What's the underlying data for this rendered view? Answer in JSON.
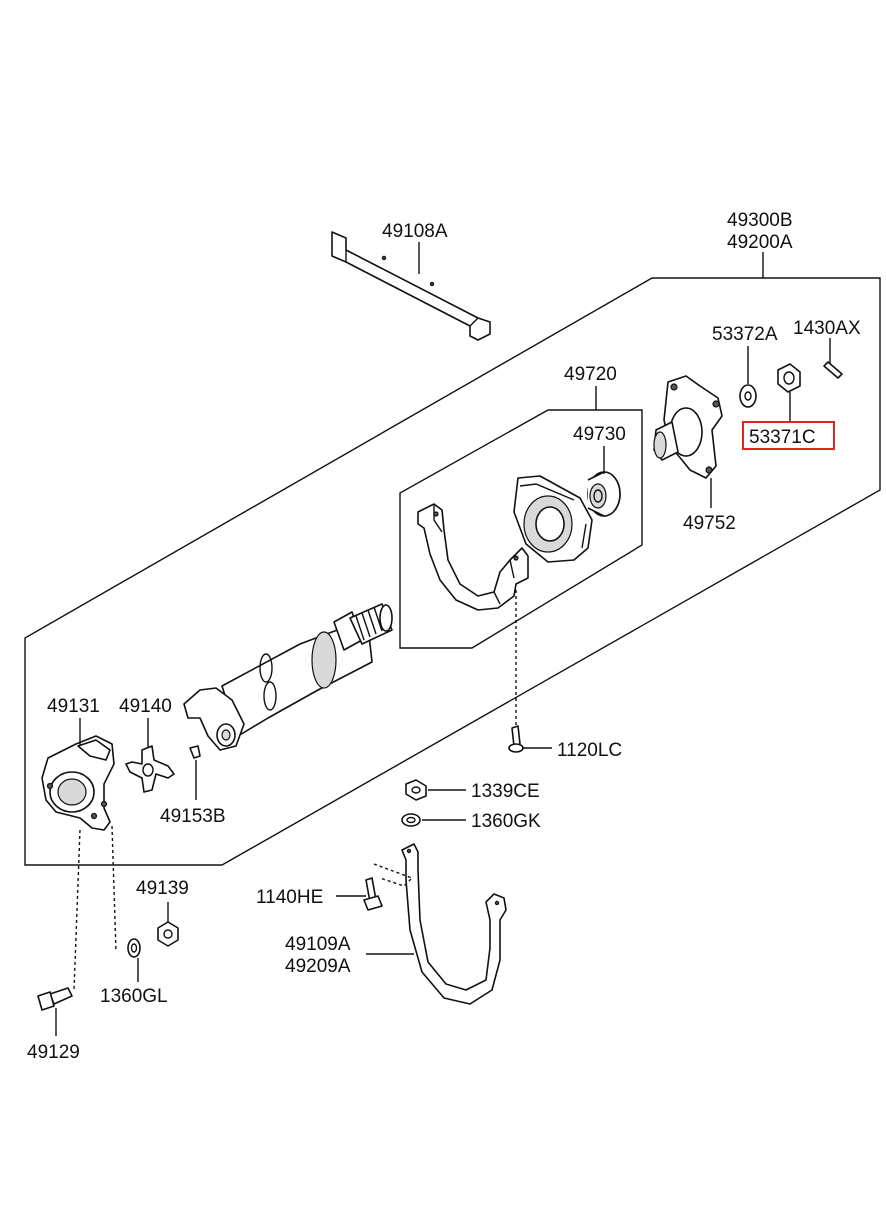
{
  "labels": {
    "p49300B": "49300B",
    "p49200A": "49200A",
    "p49108A": "49108A",
    "p53372A": "53372A",
    "p1430AX": "1430AX",
    "p53371C": "53371C",
    "p49720": "49720",
    "p49730": "49730",
    "p49752": "49752",
    "p49131": "49131",
    "p49140": "49140",
    "p49153B": "49153B",
    "p1120LC": "1120LC",
    "p1339CE": "1339CE",
    "p1360GK": "1360GK",
    "p49139": "49139",
    "p1140HE": "1140HE",
    "p49109A": "49109A",
    "p49209A": "49209A",
    "p1360GL": "1360GL",
    "p49129": "49129"
  },
  "highlight": {
    "part": "53371C",
    "color": "#e0261c"
  }
}
